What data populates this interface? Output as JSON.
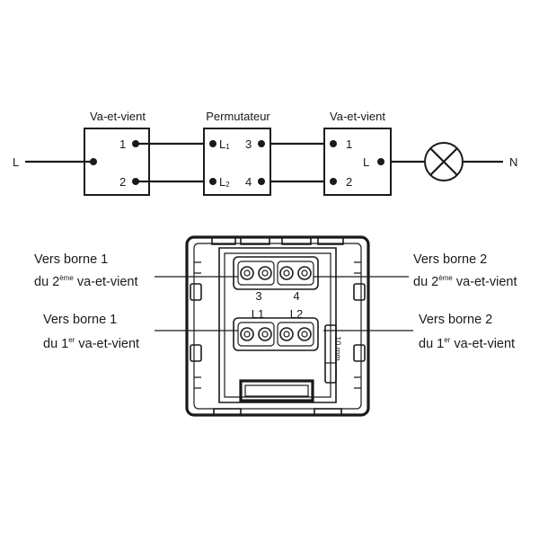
{
  "schematic": {
    "line_label": "L",
    "neutral_label": "N",
    "switch_left": {
      "title": "Va-et-vient",
      "terminal_1": "1",
      "terminal_2": "2"
    },
    "intermediate": {
      "title": "Permutateur",
      "terminal_l1": "L",
      "terminal_l1_sub": "1",
      "terminal_l2": "L",
      "terminal_l2_sub": "2",
      "terminal_3": "3",
      "terminal_4": "4"
    },
    "switch_right": {
      "title": "Va-et-vient",
      "terminal_1": "1",
      "terminal_2": "2",
      "terminal_l": "L"
    },
    "lamp_icon": "lamp-cross-icon"
  },
  "device": {
    "label_3": "3",
    "label_4": "4",
    "label_l1": "L1",
    "label_l2": "L2",
    "strip_length": "10 mm"
  },
  "callouts": {
    "top_left": {
      "line1": "Vers borne 1",
      "line2_pre": "du 2",
      "line2_sup": "ème",
      "line2_post": " va-et-vient"
    },
    "bottom_left": {
      "line1": "Vers borne 1",
      "line2_pre": "du 1",
      "line2_sup": "er",
      "line2_post": " va-et-vient"
    },
    "top_right": {
      "line1": "Vers borne 2",
      "line2_pre": "du 2",
      "line2_sup": "ème",
      "line2_post": " va-et-vient"
    },
    "bottom_right": {
      "line1": "Vers borne 2",
      "line2_pre": "du 1",
      "line2_sup": "er",
      "line2_post": " va-et-vient"
    }
  }
}
